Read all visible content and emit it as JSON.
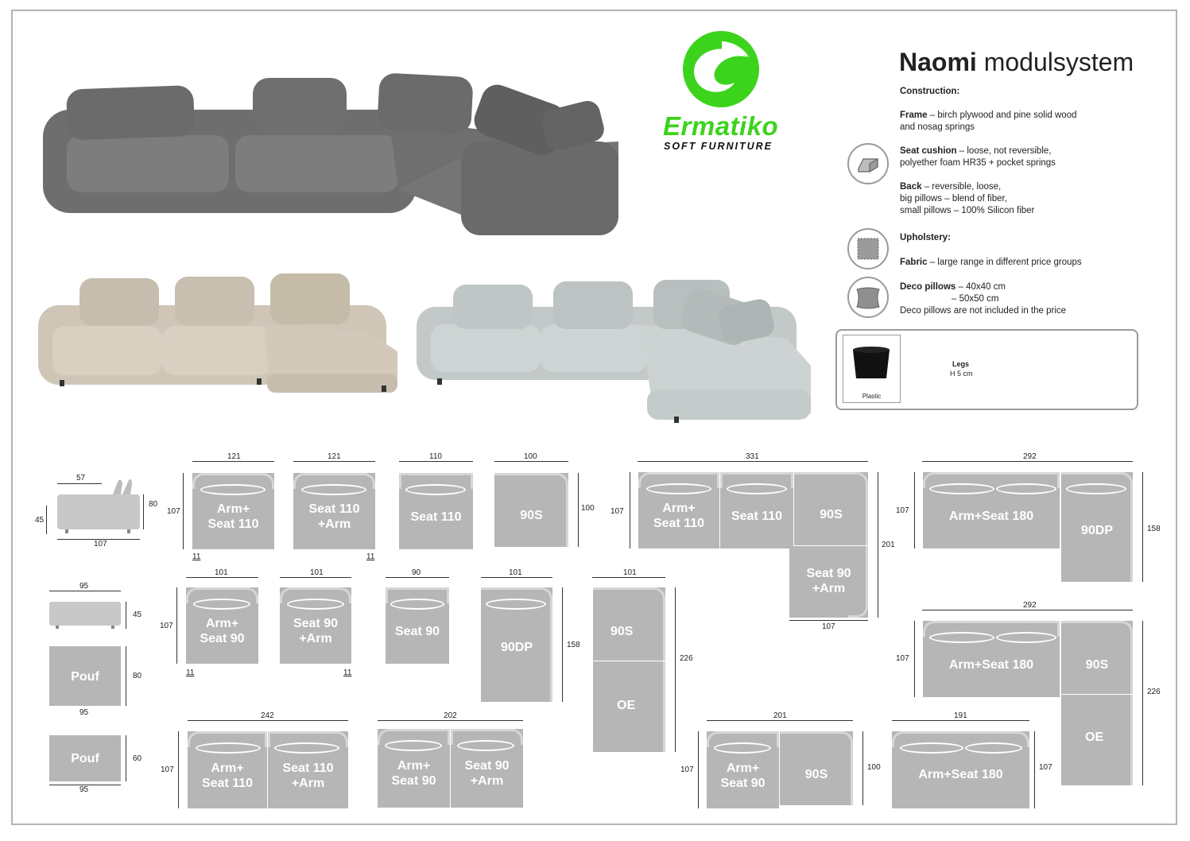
{
  "brand": {
    "name": "Ermatiko",
    "tagline": "SOFT FURNITURE",
    "color": "#3cd31c"
  },
  "title": {
    "bold": "Naomi",
    "rest": " modulsystem"
  },
  "spec": {
    "construction": "Construction:",
    "frame_label": "Frame",
    "frame_text": " – birch plywood and pine solid wood",
    "frame_text2": "and nosag springs",
    "seat_label": "Seat cushion",
    "seat_text": " – loose, not reversible,",
    "seat_text2": "polyether foam HR35 + pocket springs",
    "back_label": "Back",
    "back_text": " – reversible, loose,",
    "back_text2": "big pillows – blend of fiber,",
    "back_text3": "small pillows – 100% Silicon fiber",
    "upholstery": "Upholstery:",
    "fabric_label": "Fabric",
    "fabric_text": " – large range in different price groups",
    "deco_label": "Deco pillows",
    "deco_text": " – 40x40 cm",
    "deco_text2": "– 50x50 cm",
    "deco_text3": "Deco pillows are not included in the price"
  },
  "legs": {
    "title": "Legs",
    "height": "H 5 cm",
    "material": "Plastic"
  },
  "icons": {
    "seat": "seat-cushion-icon",
    "fabric": "fabric-swatch-icon",
    "pillow": "deco-pillow-icon",
    "leg": "plastic-leg-icon"
  },
  "modules": {
    "arm_seat_110": "Arm+\nSeat 110",
    "seat_110_arm": "Seat 110\n+Arm",
    "seat_110": "Seat 110",
    "s90s": "90S",
    "arm_seat_90": "Arm+\nSeat 90",
    "seat_90_arm": "Seat 90\n+Arm",
    "seat_90": "Seat 90",
    "s90dp": "90DP",
    "oe": "OE",
    "arm_seat_180": "Arm+Seat 180",
    "pouf": "Pouf"
  },
  "dims": {
    "d121": "121",
    "d110": "110",
    "d100": "100",
    "d107": "107",
    "d11": "11",
    "d101": "101",
    "d90": "90",
    "d158": "158",
    "d226": "226",
    "d331": "331",
    "d201": "201",
    "d292": "292",
    "d242": "242",
    "d202": "202",
    "d191": "191",
    "d57": "57",
    "d45": "45",
    "d80": "80",
    "d95": "95",
    "d60": "60"
  }
}
